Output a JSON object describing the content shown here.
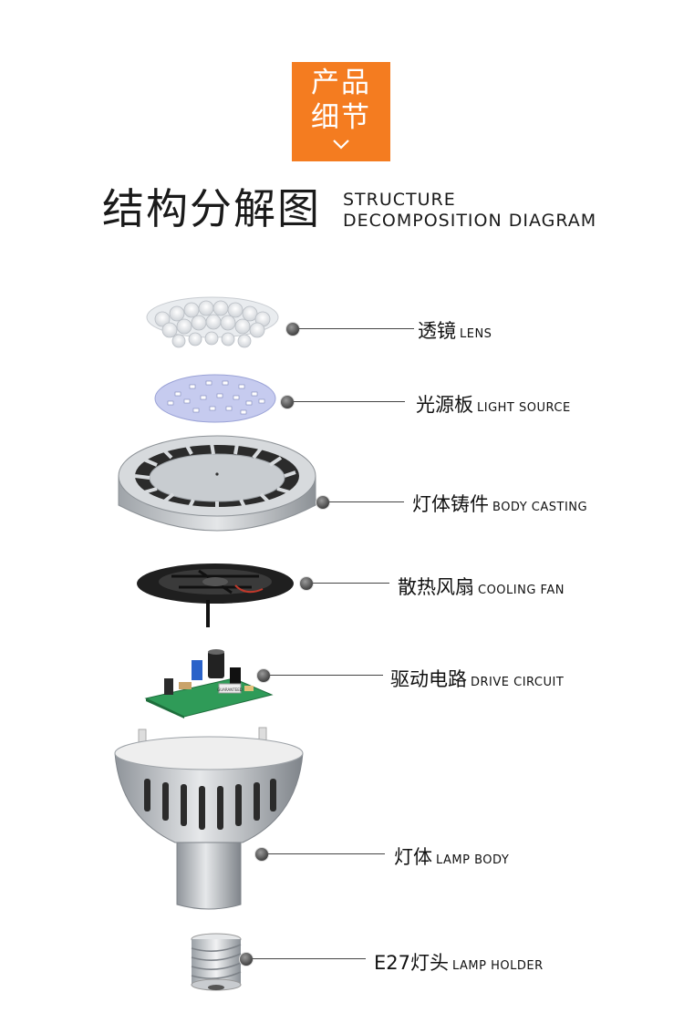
{
  "badge": {
    "line1": "产品",
    "line2": "细节"
  },
  "heading": {
    "cn": "结构分解图",
    "en_line1": "STRUCTURE",
    "en_line2": "DECOMPOSITION  DIAGRAM"
  },
  "components": [
    {
      "cn": "透镜",
      "en": "LENS"
    },
    {
      "cn": "光源板",
      "en": "LIGHT SOURCE"
    },
    {
      "cn": "灯体铸件",
      "en": "BODY CASTING"
    },
    {
      "cn": "散热风扇",
      "en": "COOLING FAN"
    },
    {
      "cn": "驱动电路",
      "en": "DRIVE CIRCUIT"
    },
    {
      "cn": "灯体",
      "en": "LAMP BODY"
    },
    {
      "cn": "E27灯头",
      "en": "LAMP HOLDER"
    }
  ],
  "board_pcb_text": "GUARANTEED",
  "colors": {
    "accent": "#f47c20",
    "leader": "#444444",
    "text": "#111111"
  }
}
